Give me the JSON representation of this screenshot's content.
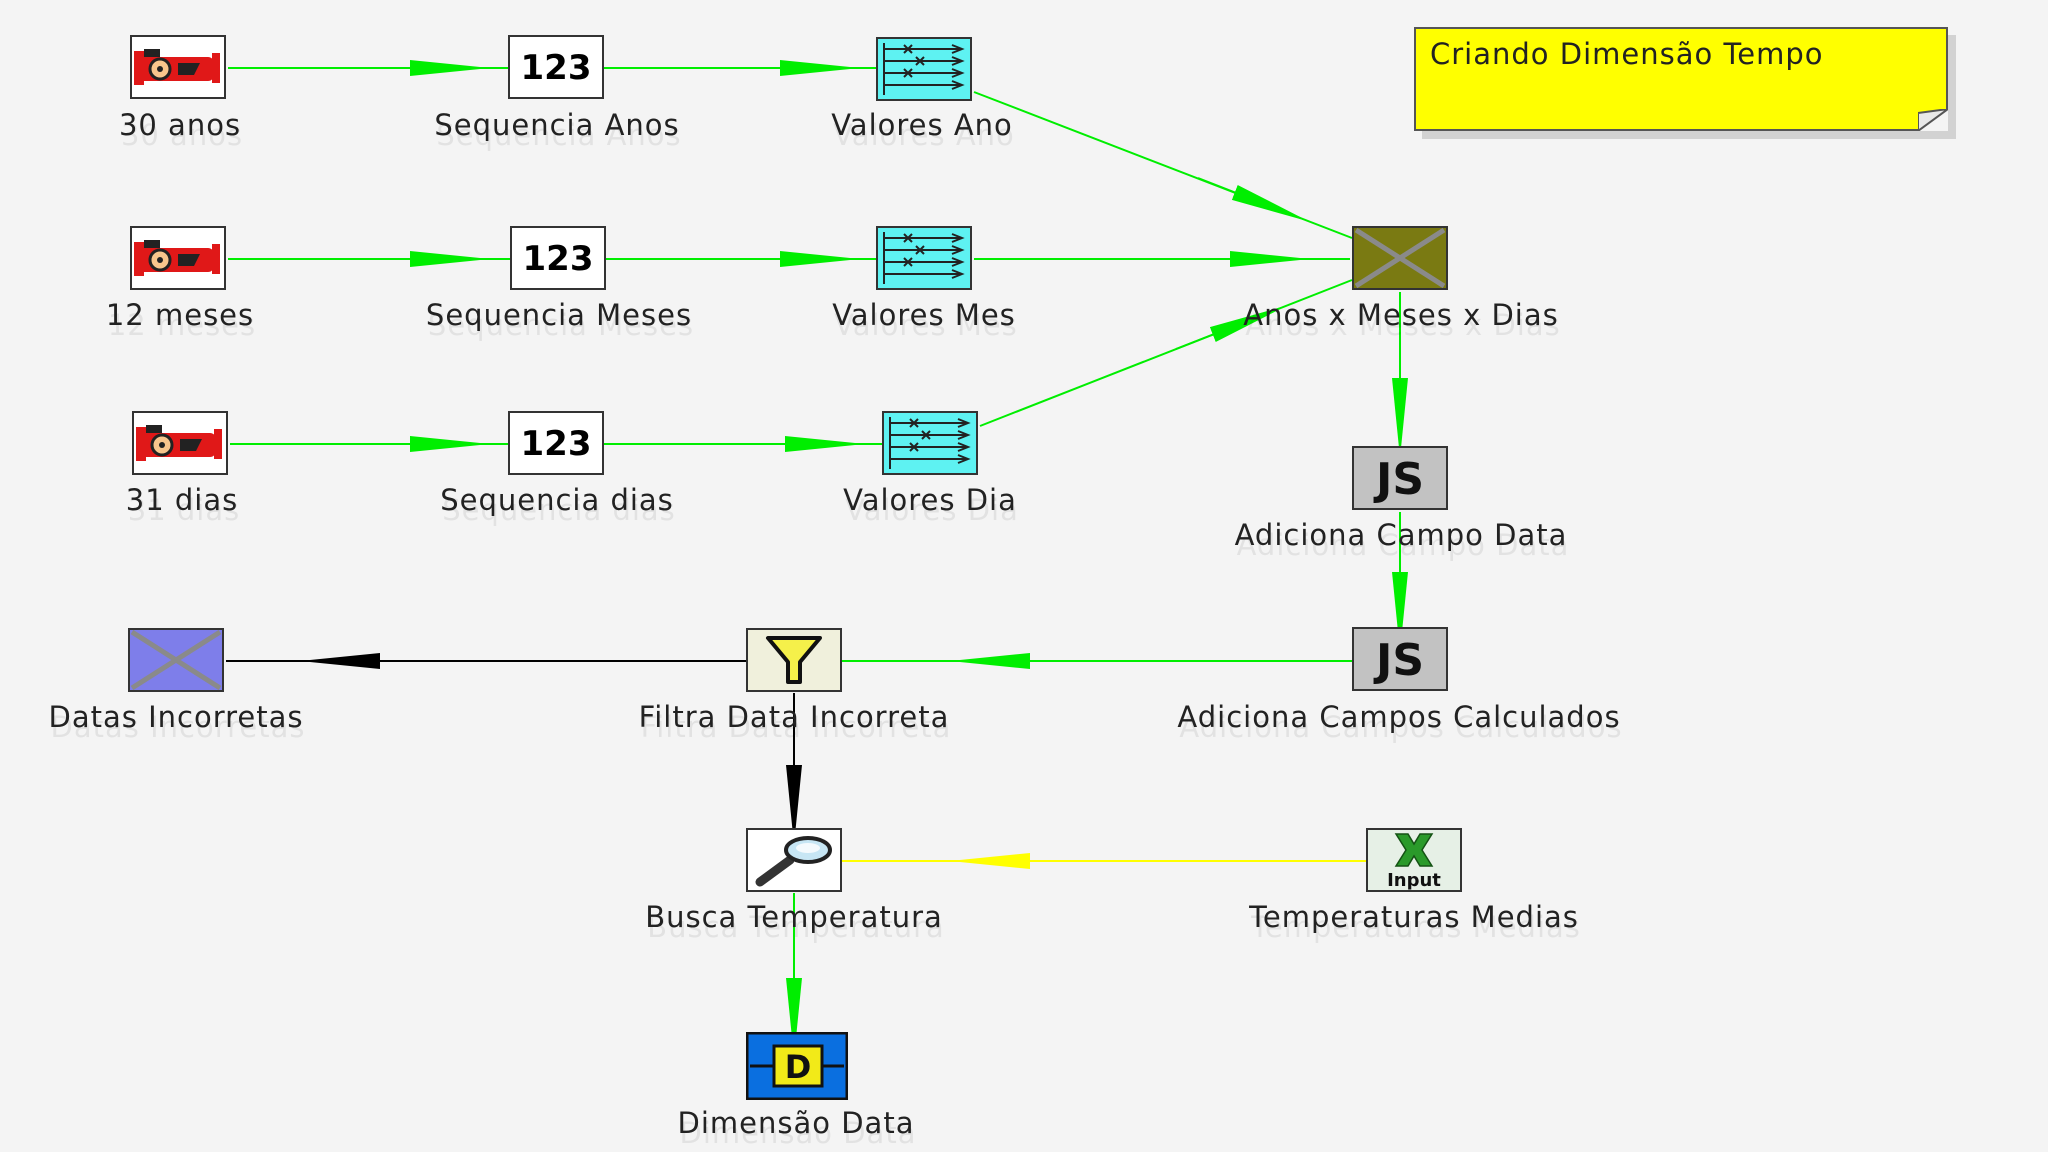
{
  "note": {
    "text": "Criando Dimensão Tempo"
  },
  "steps": {
    "anos30": {
      "label": "30 anos",
      "icon": "generate-rows-icon"
    },
    "seqAnos": {
      "label": "Sequencia Anos",
      "icon": "sequence-123-icon"
    },
    "valAno": {
      "label": "Valores Ano",
      "icon": "select-values-icon"
    },
    "meses12": {
      "label": "12 meses",
      "icon": "generate-rows-icon"
    },
    "seqMeses": {
      "label": "Sequencia Meses",
      "icon": "sequence-123-icon"
    },
    "valMes": {
      "label": "Valores Mes",
      "icon": "select-values-icon"
    },
    "dias31": {
      "label": "31 dias",
      "icon": "generate-rows-icon"
    },
    "seqDias": {
      "label": "Sequencia dias",
      "icon": "sequence-123-icon"
    },
    "valDia": {
      "label": "Valores Dia",
      "icon": "select-values-icon"
    },
    "join": {
      "label": "Anos x Meses x Dias",
      "icon": "join-rows-icon"
    },
    "js1": {
      "label": "Adiciona Campo Data",
      "icon": "javascript-icon"
    },
    "js2": {
      "label": "Adiciona Campos Calculados",
      "icon": "javascript-icon"
    },
    "filtro": {
      "label": "Filtra Data Incorreta",
      "icon": "filter-funnel-icon"
    },
    "datasInc": {
      "label": "Datas Incorretas",
      "icon": "dummy-step-icon"
    },
    "busca": {
      "label": "Busca Temperatura",
      "icon": "lookup-magnifier-icon"
    },
    "tempMed": {
      "label": "Temperaturas Medias",
      "icon": "excel-input-icon",
      "badge": "Input"
    },
    "dimData": {
      "label": "Dimensão Data",
      "icon": "dimension-lookup-icon",
      "badge": "D"
    }
  },
  "colors": {
    "hop_ok": "#00ee00",
    "hop_error": "#000000",
    "hop_info": "#ffff00",
    "note_bg": "#ffff00"
  }
}
